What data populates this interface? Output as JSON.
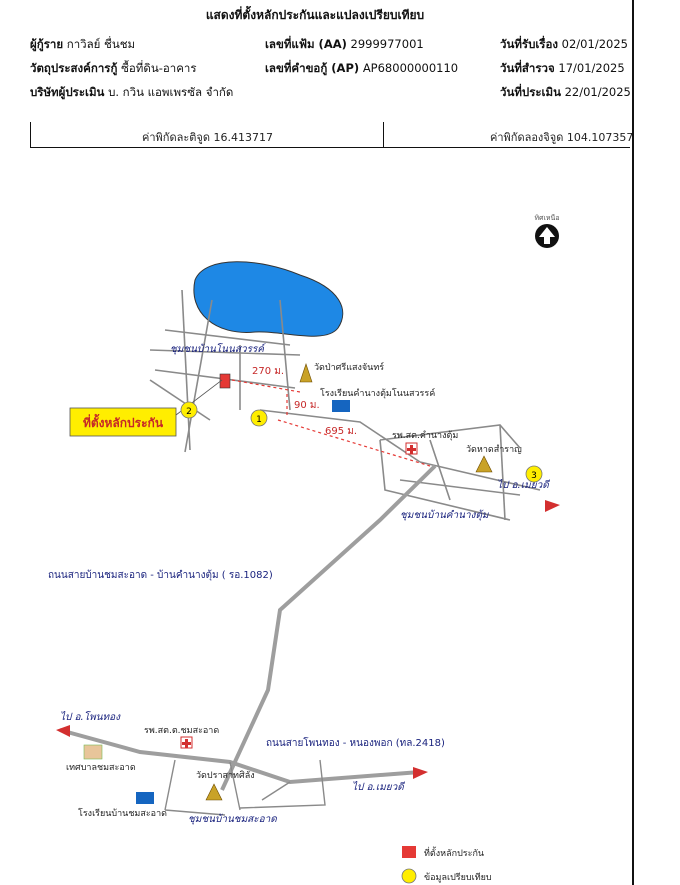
{
  "header": {
    "title": "แสดงที่ตั้งหลักประกันและแปลงเปรียบเทียบ",
    "borrower_label": "ผู้กู้ราย",
    "borrower_value": "กาวิลย์ ชื่นชม",
    "purpose_label": "วัตถุประสงค์การกู้",
    "purpose_value": "ซื้อที่ดิน-อาคาร",
    "appraiser_label": "บริษัทผู้ประเมิน",
    "appraiser_value": "บ. กวิน แอพเพรซัล จำกัด",
    "file_label": "เลขที่แฟ้ม (AA)",
    "file_value": "2999977001",
    "request_label": "เลขที่คำขอกู้ (AP)",
    "request_value": "AP68000000110",
    "received_label": "วันที่รับเรื่อง",
    "received_value": "02/01/2025",
    "survey_label": "วันที่สำรวจ",
    "survey_value": "17/01/2025",
    "appraise_label": "วันที่ประเมิน",
    "appraise_value": "22/01/2025",
    "lat_text": "ค่าพิกัดละติจูด 16.413717",
    "lon_text": "ค่าพิกัดลองจิจูด 104.107357"
  },
  "map": {
    "north_label": "ทิศเหนือ",
    "community_1": "ชุมชนบ้านโนนสวรรค์",
    "community_2": "ชุมชนบ้านคำนางตุ้ม",
    "community_3": "ชุมชนบ้านชมสะอาด",
    "temple_1": "วัดป่าศรีแสงจันทร์",
    "school_1": "โรงเรียนคำนางตุ้มโนนสวรรค์",
    "hospital_1": "รพ.สต.คำนางตุ้ม",
    "temple_2": "วัดหาดสำราญ",
    "dist_1": "270 ม.",
    "dist_2": "90 ม.",
    "dist_3": "695 ม.",
    "collateral_callout": "ที่ตั้งหลักประกัน",
    "road_1": "ถนนสายบ้านชมสะอาด - บ้านคำนางตุ้ม ( รอ.1082)",
    "road_2": "ถนนสายโพนทอง - หนองพอก (ทล.2418)",
    "to_meyawadi_1": "ไป อ.เมยวดี",
    "to_meyawadi_2": "ไป อ.เมยวดี",
    "to_phonthong": "ไป อ.โพนทอง",
    "hospital_2": "รพ.สต.ต.ชมสะอาด",
    "municipality": "เทศบาลชมสะอาด",
    "school_2": "โรงเรียนบ้านชมสะอาด",
    "temple_3": "วัดปราสาทศิลัง",
    "comp_1": "1",
    "comp_2": "2",
    "comp_3": "3"
  },
  "legend": {
    "collateral": "ที่ตั้งหลักประกัน",
    "comparable": "ข้อมูลเปรียบเทียบ"
  },
  "colors": {
    "lake": "#1e88e5",
    "collateral": "#e53935",
    "comparable": "#ffee00",
    "road": "#9e9e9e",
    "label": "#1a237e"
  }
}
